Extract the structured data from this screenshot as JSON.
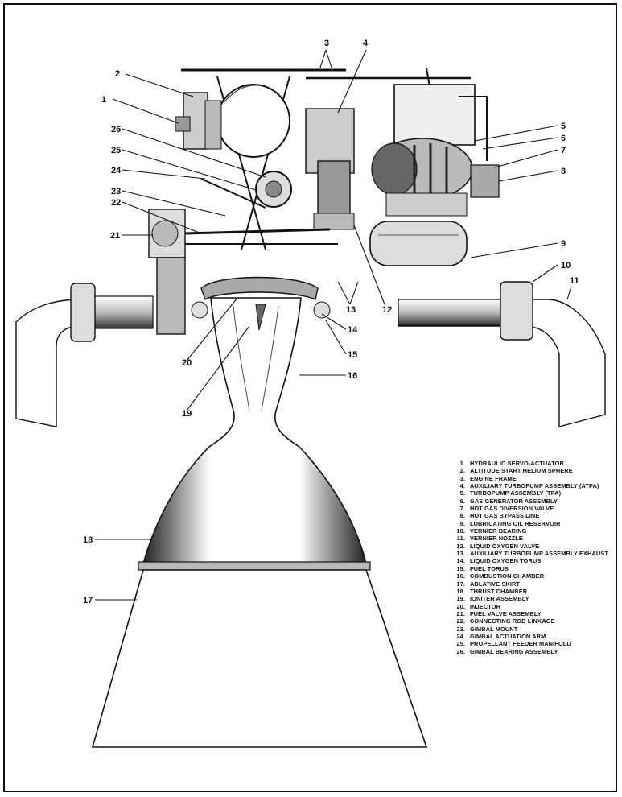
{
  "callouts": [
    "1",
    "2",
    "3",
    "4",
    "5",
    "6",
    "7",
    "8",
    "9",
    "10",
    "11",
    "12",
    "13",
    "14",
    "15",
    "16",
    "17",
    "18",
    "19",
    "20",
    "21",
    "22",
    "23",
    "24",
    "25",
    "26"
  ],
  "legend": [
    {
      "num": "1.",
      "text": "HYDRAULIC SERVO-ACTUATOR"
    },
    {
      "num": "2.",
      "text": "ALTITUDE START HELIUM SPHERE"
    },
    {
      "num": "3.",
      "text": "ENGINE FRAME"
    },
    {
      "num": "4.",
      "text": "AUXILIARY TURBOPUMP ASSEMBLY (ATPA)"
    },
    {
      "num": "5.",
      "text": "TURBOPUMP ASSEMBLY (TPA)"
    },
    {
      "num": "6.",
      "text": "GAS GENERATOR ASSEMBLY"
    },
    {
      "num": "7.",
      "text": "HOT GAS DIVERSION VALVE"
    },
    {
      "num": "8.",
      "text": "HOT GAS BYPASS LINE"
    },
    {
      "num": "9.",
      "text": "LUBRICATING OIL RESERVOIR"
    },
    {
      "num": "10.",
      "text": "VERNIER BEARING"
    },
    {
      "num": "11.",
      "text": "VERNIER NOZZLE"
    },
    {
      "num": "12.",
      "text": "LIQUID OXYGEN VALVE"
    },
    {
      "num": "13.",
      "text": "AUXILIARY TURBOPUMP ASSEMBLY EXHAUST"
    },
    {
      "num": "14.",
      "text": "LIQUID OXYGEN TORUS"
    },
    {
      "num": "15.",
      "text": "FUEL TORUS"
    },
    {
      "num": "16.",
      "text": "COMBUSTION CHAMBER"
    },
    {
      "num": "17.",
      "text": "ABLATIVE SKIRT"
    },
    {
      "num": "18.",
      "text": "THRUST CHAMBER"
    },
    {
      "num": "19.",
      "text": "IONITER ASSEMBLY"
    },
    {
      "num": "20.",
      "text": "INJECTOR"
    },
    {
      "num": "21.",
      "text": "FUEL VALVE ASSEMBLY"
    },
    {
      "num": "22.",
      "text": "CONNECTING ROD LINKAGE"
    },
    {
      "num": "23.",
      "text": "GIMBAL MOUNT"
    },
    {
      "num": "24.",
      "text": "GIMBAL ACTUATION ARM"
    },
    {
      "num": "25.",
      "text": "PROPELLANT FEEDER MANIFOLD"
    },
    {
      "num": "26.",
      "text": "GIMBAL BEARING ASSEMBLY"
    }
  ]
}
